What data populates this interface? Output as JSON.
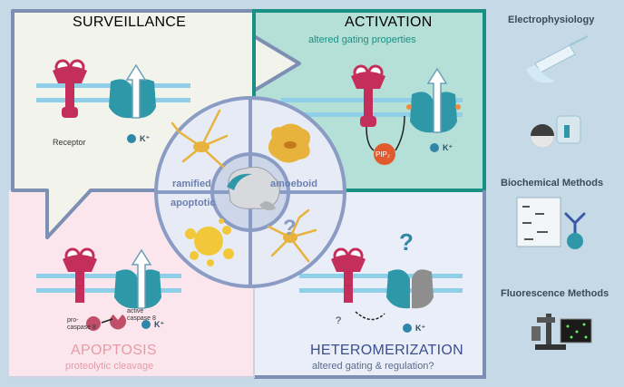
{
  "quadrants": {
    "surveillance": {
      "title": "SURVEILLANCE",
      "receptor_label": "Receptor",
      "ion": "K⁺"
    },
    "activation": {
      "title": "ACTIVATION",
      "subtitle": "altered gating properties",
      "lipid_label": "PIP₂",
      "ion": "K⁺"
    },
    "apoptosis": {
      "title": "APOPTOSIS",
      "subtitle": "proteolytic cleavage",
      "procaspase_label": "pro-\ncaspase 8",
      "active_caspase_label": "active\ncaspase 8",
      "ion": "K⁺"
    },
    "heteromerization": {
      "title": "HETEROMERIZATION",
      "subtitle": "altered gating & regulation?",
      "unknown_mark": "?",
      "big_question": "?",
      "ion": "K⁺"
    }
  },
  "microglia_states": {
    "ramified": "ramified",
    "amoeboid": "amoeboid",
    "apoptotic": "apoptotic",
    "question": "?"
  },
  "methods": {
    "electrophysiology": "Electrophysiology",
    "biochemical": "Biochemical Methods",
    "fluorescence": "Fluorescence Methods"
  },
  "colors": {
    "surveillance_title": "#3b4f8f",
    "activation_title": "#1a8f84",
    "apoptosis_title": "#e89aa8",
    "heteromerization_title": "#3b4f8f",
    "receptor": "#c32e5a",
    "channel": "#2f98a8",
    "frame": "#7e8fb4"
  }
}
